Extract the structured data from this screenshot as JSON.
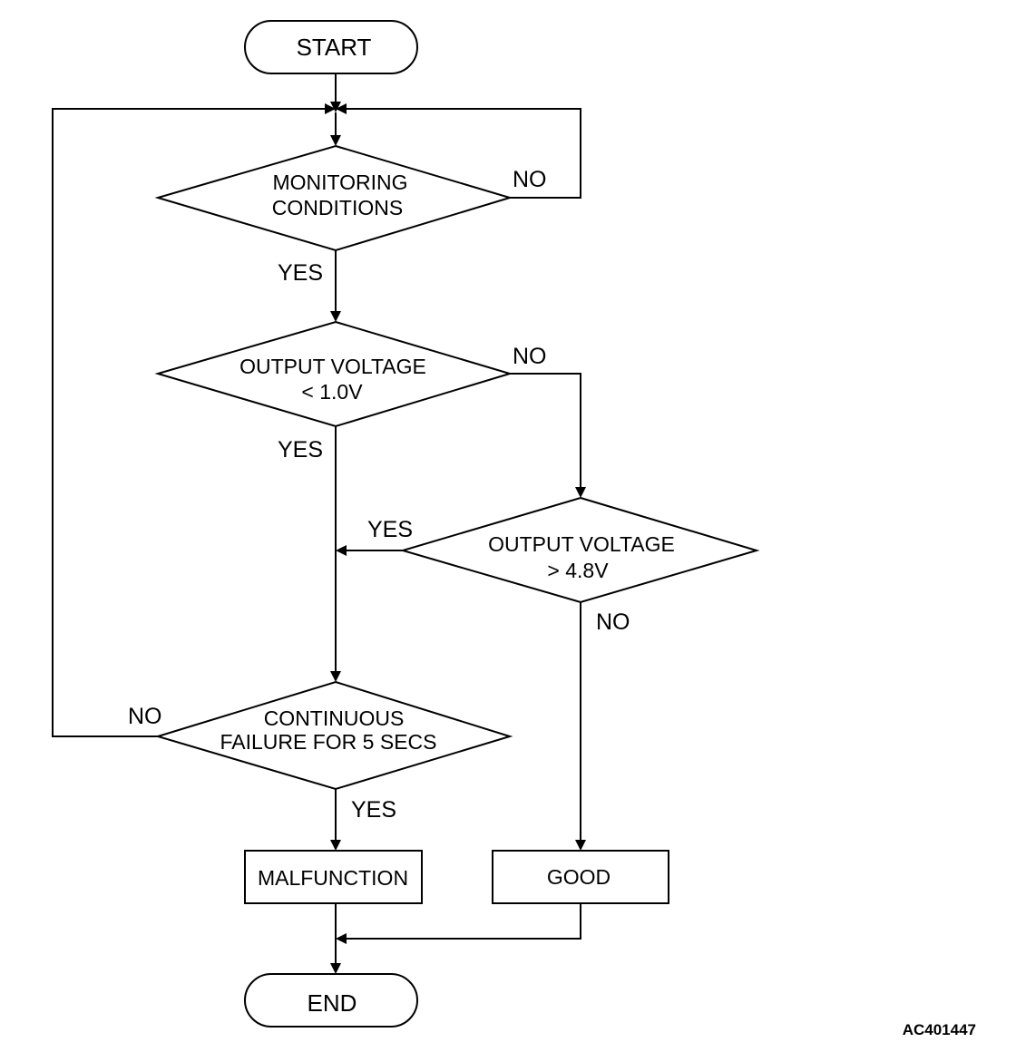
{
  "nodes": {
    "start": "START",
    "monitoring": [
      "MONITORING",
      "CONDITIONS"
    ],
    "voltage_low": [
      "OUTPUT VOLTAGE",
      "< 1.0V"
    ],
    "voltage_high": [
      "OUTPUT VOLTAGE",
      "> 4.8V"
    ],
    "continuous": [
      "CONTINUOUS",
      "FAILURE FOR 5 SECS"
    ],
    "malfunction": "MALFUNCTION",
    "good": "GOOD",
    "end": "END"
  },
  "branches": {
    "monitoring_no": "NO",
    "monitoring_yes": "YES",
    "voltage_low_no": "NO",
    "voltage_low_yes": "YES",
    "voltage_high_yes": "YES",
    "voltage_high_no": "NO",
    "continuous_no": "NO",
    "continuous_yes": "YES"
  },
  "figure_id": "AC401447"
}
